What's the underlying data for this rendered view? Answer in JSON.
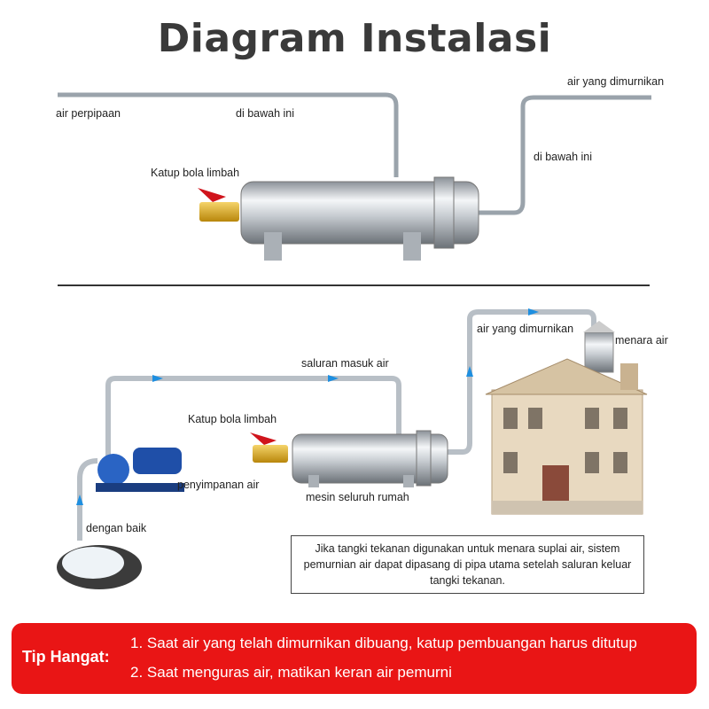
{
  "title": "Diagram Instalasi",
  "top": {
    "label_pipe_water": "air perpipaan",
    "label_below_left": "di bawah ini",
    "label_purified": "air yang dimurnikan",
    "label_below_right": "di bawah ini",
    "label_valve": "Katup bola limbah"
  },
  "bottom": {
    "label_inlet": "saluran masuk air",
    "label_purified": "air yang dimurnikan",
    "label_tower": "menara air",
    "label_valve": "Katup bola limbah",
    "label_storage": "penyimpanan air",
    "label_well": "dengan baik",
    "label_machine": "mesin seluruh rumah"
  },
  "note": "Jika tangki tekanan digunakan untuk menara suplai air, sistem pemurnian air dapat dipasang di pipa utama setelah saluran keluar tangki tekanan.",
  "tip": {
    "heading": "Tip Hangat:",
    "items": [
      "1. Saat air yang telah dimurnikan dibuang, katup pembuangan harus ditutup",
      "2. Saat menguras air, matikan keran air pemurni"
    ]
  },
  "colors": {
    "tip_bg": "#e91515",
    "arrow": "#1e8fe0",
    "pipe": "#9aa3ab"
  }
}
